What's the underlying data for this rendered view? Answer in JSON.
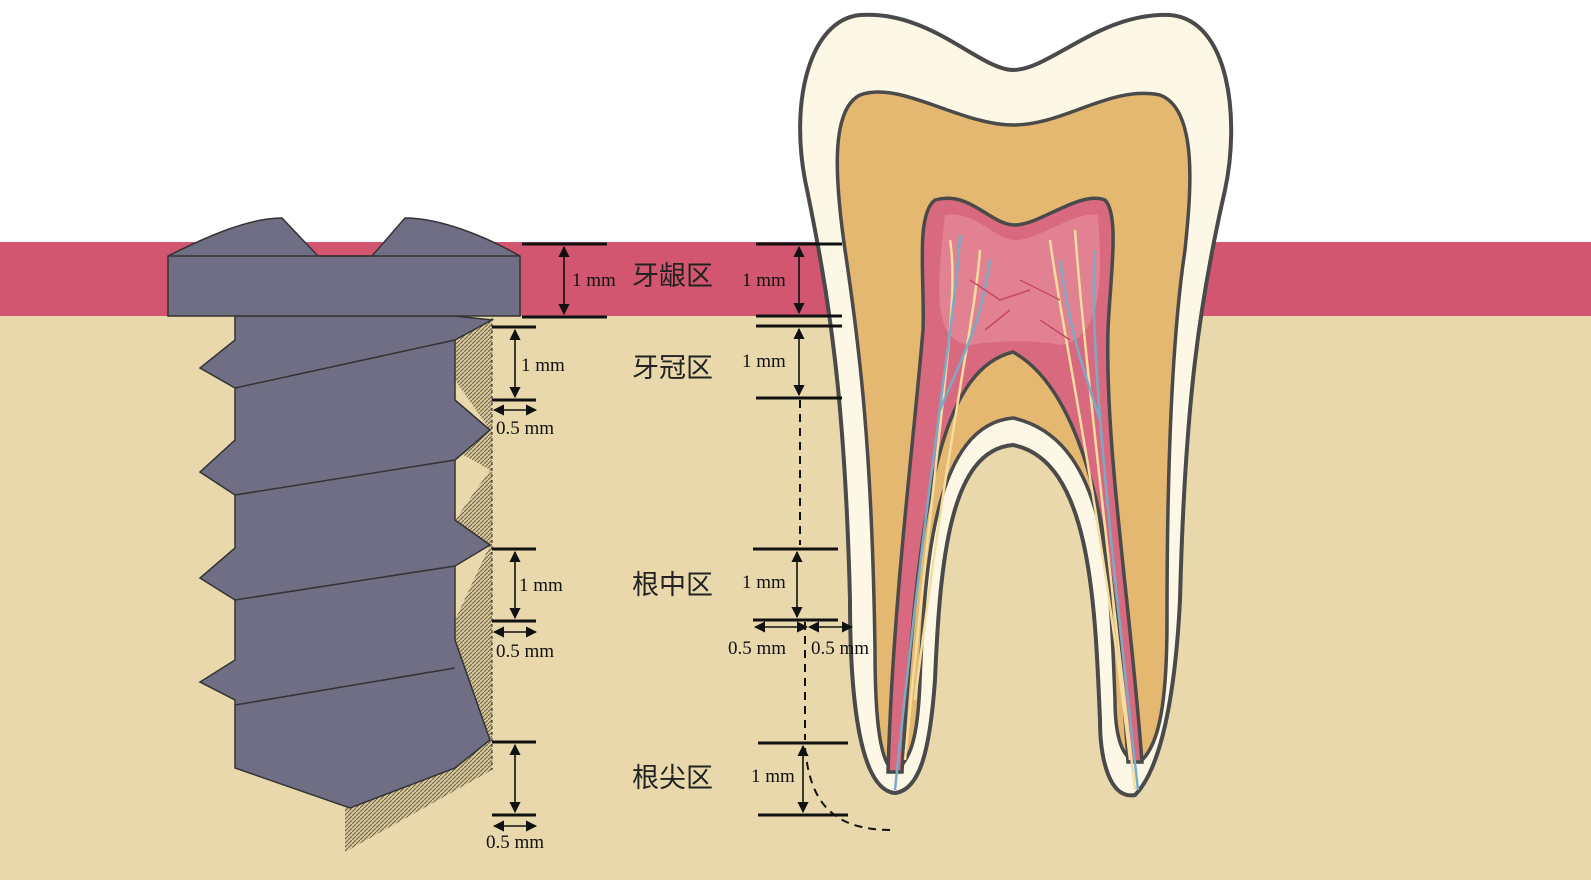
{
  "zones": {
    "gingiva": "牙龈区",
    "crown": "牙冠区",
    "mid_root": "根中区",
    "apex": "根尖区"
  },
  "implant_dims": {
    "gingiva_height": "1 mm",
    "crown_height": "1 mm",
    "crown_width": "0.5 mm",
    "mid_height": "1 mm",
    "mid_width": "0.5 mm",
    "apex_width": "0.5 mm"
  },
  "tooth_dims": {
    "gingiva_height": "1 mm",
    "crown_height": "1 mm",
    "mid_height": "1 mm",
    "mid_width_left": "0.5 mm",
    "mid_width_right": "0.5 mm",
    "apex_height": "1 mm"
  },
  "colors": {
    "gingiva": "#d2566f",
    "bone": "#e8d8ab",
    "implant": "#6f6e84",
    "enamel": "#fdf8e6",
    "dentin": "#e4b870",
    "pulp": "#d9697f"
  }
}
